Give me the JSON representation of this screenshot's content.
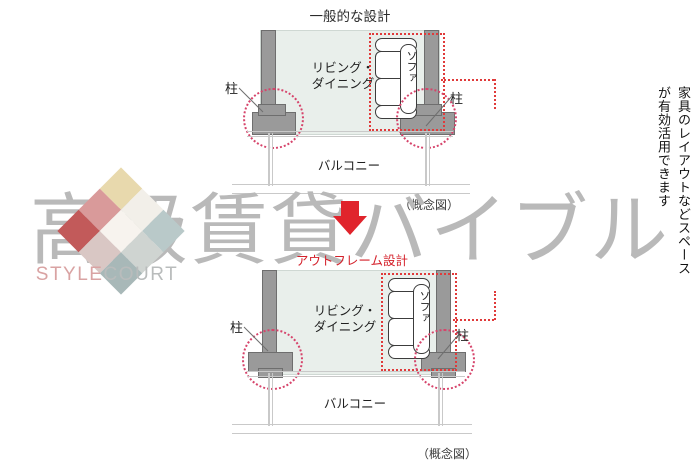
{
  "page": {
    "bg_color": "#ffffff",
    "watermark_text": "高級賃貸バイブル",
    "watermark_color": "#b9b9b9"
  },
  "logo": {
    "name": "STYLECOURT",
    "text_part_1": "STYLE",
    "text_part_2": "COURT",
    "tiles": [
      {
        "color": "#e8d9ad"
      },
      {
        "color": "#d99a9a"
      },
      {
        "color": "#f2efe9"
      },
      {
        "color": "#b9c9c9"
      },
      {
        "color": "#c25a5a"
      },
      {
        "color": "#f7f3ee"
      },
      {
        "color": "#cfd4d1"
      },
      {
        "color": "#a8b8b8"
      },
      {
        "color": "#d9c7c4"
      }
    ]
  },
  "diagrams": [
    {
      "id": "standard-design",
      "title": "一般的な設計",
      "room_label_line1": "リビング・",
      "room_label_line2": "ダイニング",
      "balcony_label": "バルコニー",
      "pillar_label_left": "柱",
      "pillar_label_right": "柱",
      "sofa_label": "ソファ",
      "concept_note": "（概念図）",
      "room_fill": "#e9efeb",
      "column_fill": "#9a9a9a"
    },
    {
      "id": "outframe-design",
      "title": "アウトフレーム設計",
      "room_label_line1": "リビング・",
      "room_label_line2": "ダイニング",
      "balcony_label": "バルコニー",
      "pillar_label_left": "柱",
      "pillar_label_right": "柱",
      "sofa_label": "ソファ",
      "concept_note": "（概念図）",
      "room_fill": "#e9efeb",
      "column_fill": "#9a9a9a"
    }
  ],
  "annotation": {
    "vertical_text": "家具のレイアウトなどスペースが有効活用できます",
    "arrow_color": "#e0242c",
    "highlight_color": "#e03a3a",
    "circle_color": "#d6446b"
  }
}
